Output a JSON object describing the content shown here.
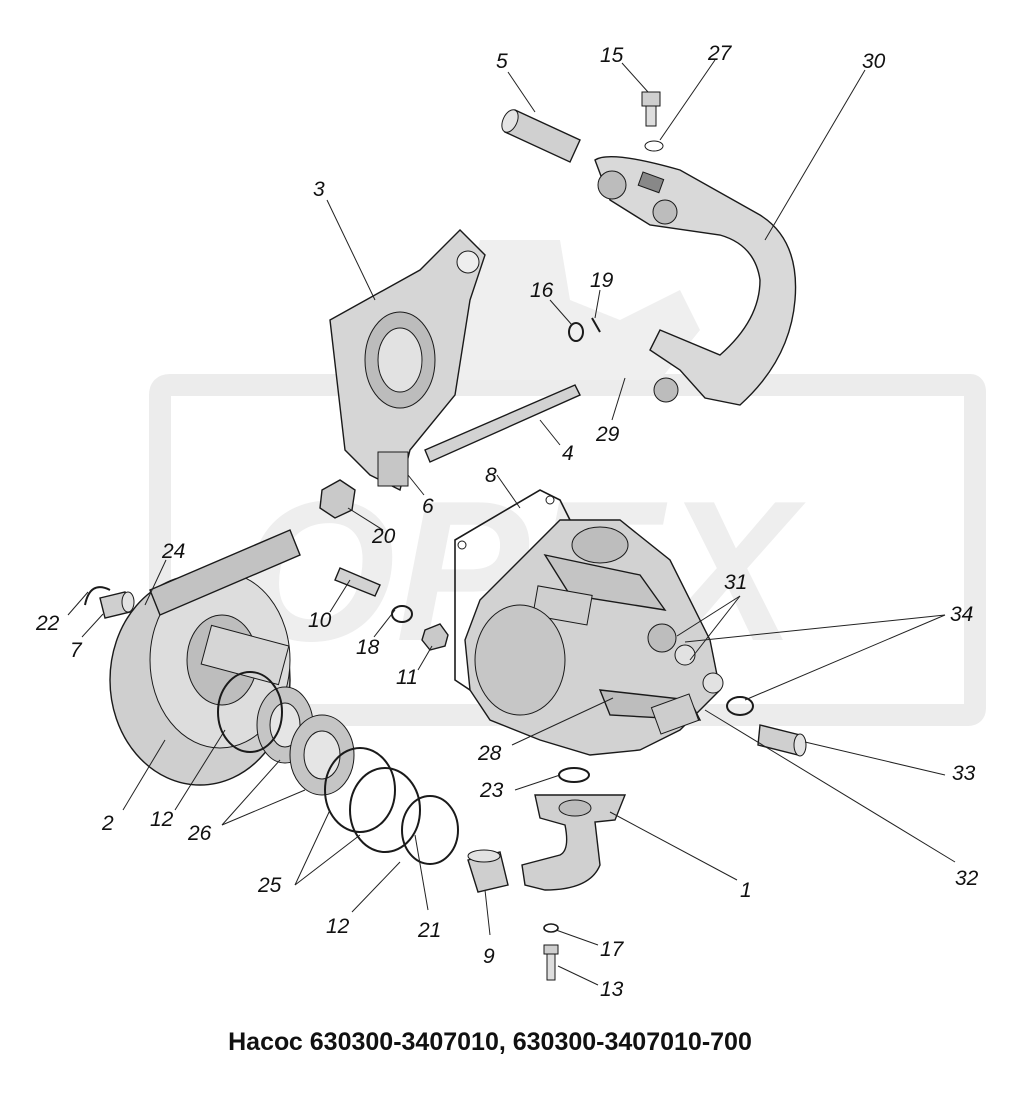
{
  "caption": "Насос 630300-3407010, 630300-3407010-700",
  "watermark_text": "OPEX",
  "callouts": [
    "5",
    "15",
    "27",
    "30",
    "3",
    "16",
    "19",
    "4",
    "29",
    "8",
    "6",
    "20",
    "24",
    "31",
    "34",
    "22",
    "7",
    "10",
    "18",
    "11",
    "28",
    "33",
    "23",
    "2",
    "12",
    "26",
    "25",
    "12",
    "21",
    "9",
    "1",
    "32",
    "17",
    "13"
  ],
  "colors": {
    "part_fill": "#d9d9d9",
    "part_shade": "#b4b4b4",
    "watermark": "#ececec",
    "ink": "#111111"
  }
}
